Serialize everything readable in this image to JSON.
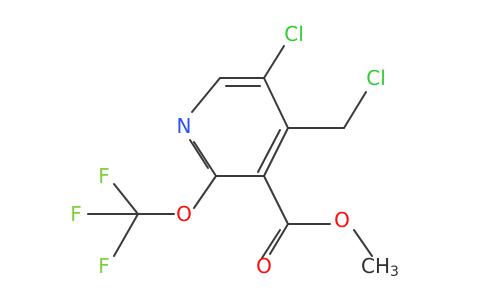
{
  "atoms": {
    "cl_ring": "Cl",
    "cl_methyl": "Cl",
    "n_ring": "N",
    "o_ether": "O",
    "o_carbonyl": "O",
    "o_ester": "O",
    "f_top": "F",
    "f_left": "F",
    "f_bottom": "F",
    "methyl_c": "CH",
    "methyl_sub": "3"
  },
  "colors": {
    "bond": "#3a3a3a",
    "chlorine": "#33cc33",
    "nitrogen": "#3050f8",
    "oxygen": "#ff0d0d",
    "fluorine": "#7fd03c",
    "carbon": "#303030"
  }
}
